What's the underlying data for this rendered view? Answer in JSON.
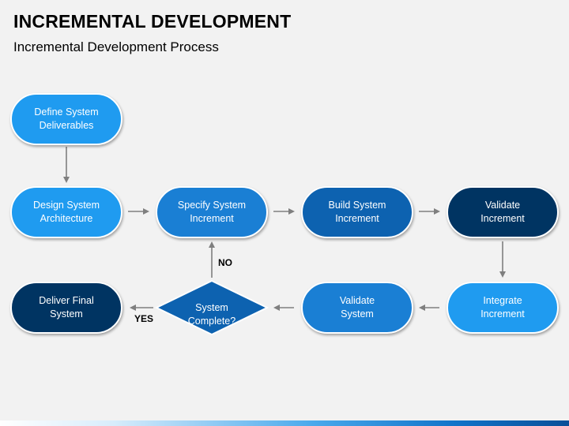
{
  "header": {
    "title": "INCREMENTAL DEVELOPMENT",
    "subtitle": "Incremental Development Process"
  },
  "nodes": {
    "define": "Define System\nDeliverables",
    "design": "Design System\nArchitecture",
    "specify": "Specify System\nIncrement",
    "build": "Build System\nIncrement",
    "validate_increment": "Validate\nIncrement",
    "integrate": "Integrate\nIncrement",
    "validate_system": "Validate\nSystem",
    "decision": "System\nComplete?",
    "deliver": "Deliver Final\nSystem"
  },
  "edges": {
    "no_label": "NO",
    "yes_label": "YES"
  },
  "colors": {
    "light_blue": "#1f9bf0",
    "mid_blue": "#1a7fd4",
    "dark_blue": "#0d62b0",
    "navy": "#003462",
    "arrow": "#7f7f7f"
  }
}
